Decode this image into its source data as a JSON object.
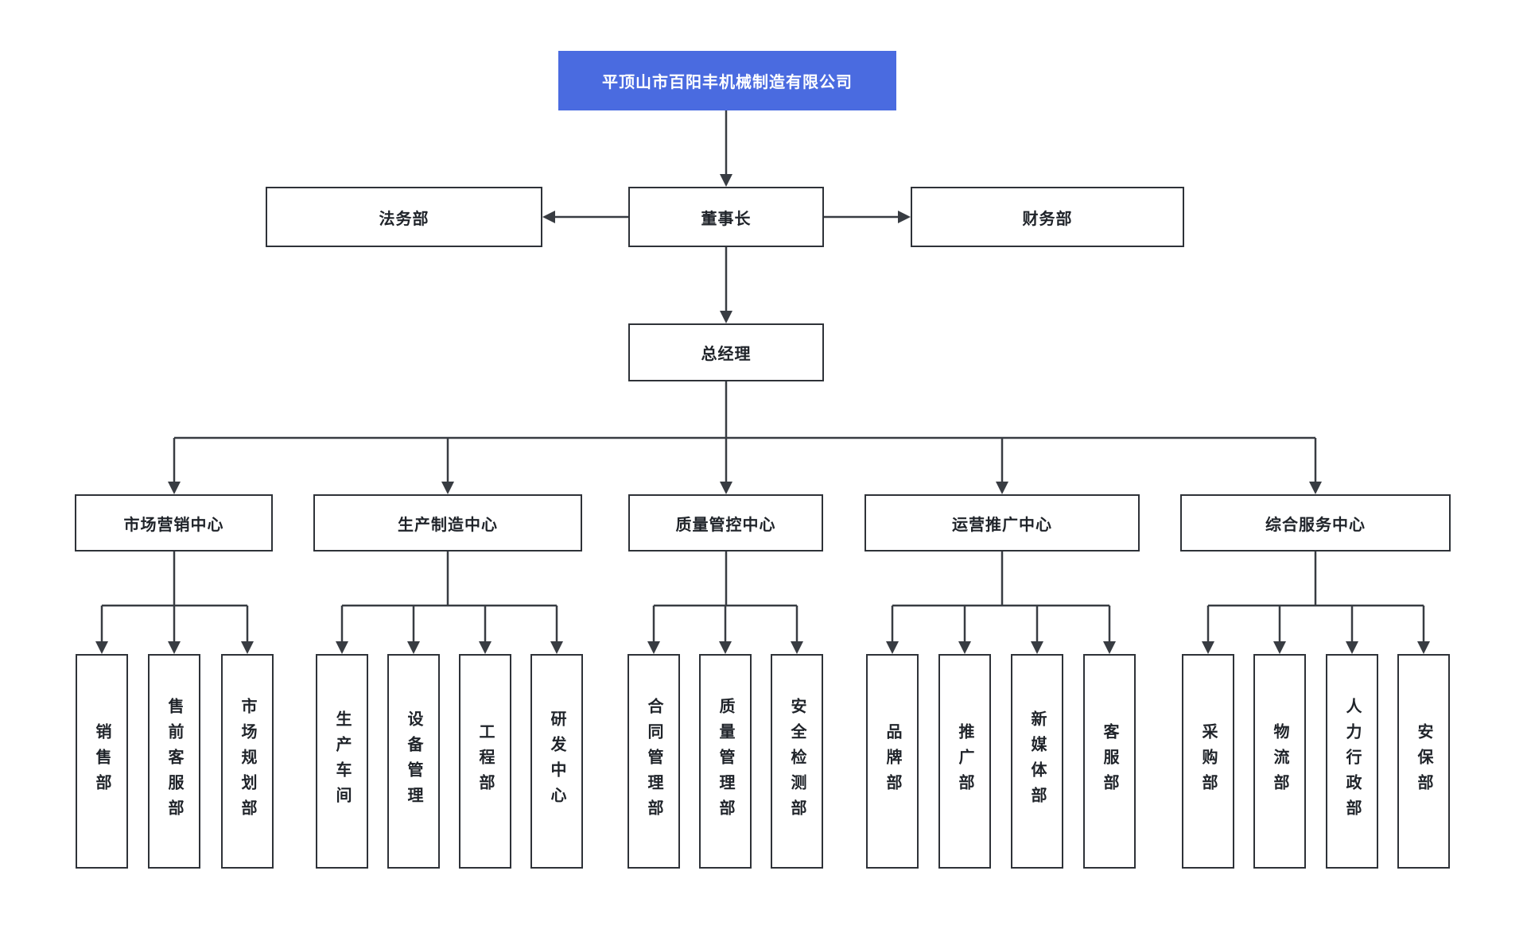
{
  "colors": {
    "root_bg": "#4A6BE0",
    "root_text": "#FFFFFF",
    "box_border": "#2E3238",
    "line": "#383C42",
    "text": "#1F2329",
    "canvas_bg": "#FFFFFF"
  },
  "org": {
    "company": "平顶山市百阳丰机械制造有限公司",
    "board": {
      "chairman": "董事长",
      "legal": "法务部",
      "finance": "财务部",
      "general_manager": "总经理"
    },
    "centers": [
      {
        "label": "市场营销中心",
        "departments": [
          "销售部",
          "售前客服部",
          "市场规划部"
        ]
      },
      {
        "label": "生产制造中心",
        "departments": [
          "生产车间",
          "设备管理",
          "工程部",
          "研发中心"
        ]
      },
      {
        "label": "质量管控中心",
        "departments": [
          "合同管理部",
          "质量管理部",
          "安全检测部"
        ]
      },
      {
        "label": "运营推广中心",
        "departments": [
          "品牌部",
          "推广部",
          "新媒体部",
          "客服部"
        ]
      },
      {
        "label": "综合服务中心",
        "departments": [
          "采购部",
          "物流部",
          "人力行政部",
          "安保部"
        ]
      }
    ]
  }
}
